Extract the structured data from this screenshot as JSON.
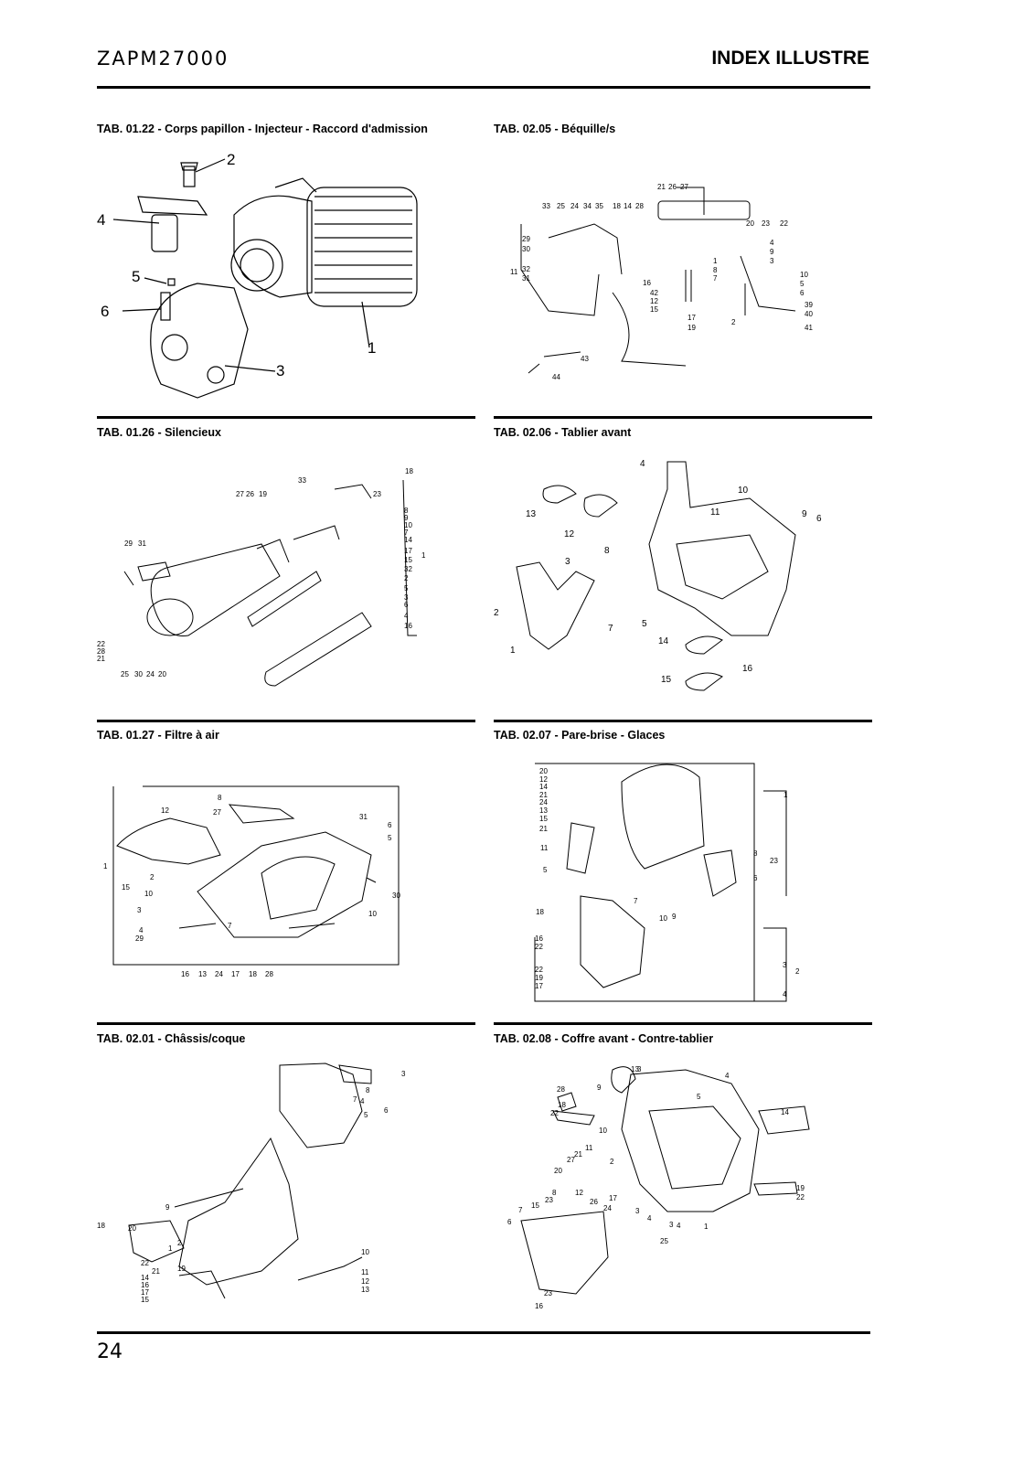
{
  "header": {
    "code": "ZAPM27000",
    "title": "INDEX ILLUSTRE"
  },
  "sections": [
    {
      "title": "TAB. 01.22 - Corps papillon - Injecteur - Raccord d'admission",
      "labels": [
        "2",
        "4",
        "5",
        "6",
        "1",
        "3"
      ]
    },
    {
      "title": "TAB. 02.05 - Béquille/s",
      "labels": [
        "21",
        "26",
        "27",
        "33",
        "25",
        "24",
        "34",
        "35",
        "18",
        "14",
        "28",
        "20",
        "23",
        "22",
        "29",
        "30",
        "11",
        "32",
        "31",
        "4",
        "9",
        "3",
        "1",
        "8",
        "7",
        "10",
        "5",
        "6",
        "16",
        "42",
        "12",
        "15",
        "17",
        "19",
        "39",
        "40",
        "2",
        "41",
        "43",
        "44"
      ]
    },
    {
      "title": "TAB. 01.26 - Silencieux",
      "labels": [
        "18",
        "33",
        "27",
        "26",
        "19",
        "23",
        "8",
        "9",
        "10",
        "7",
        "14",
        "17",
        "15",
        "1",
        "32",
        "2",
        "5",
        "3",
        "6",
        "4",
        "16",
        "29",
        "31",
        "22",
        "28",
        "21",
        "25",
        "30",
        "24",
        "20"
      ]
    },
    {
      "title": "TAB. 02.06 - Tablier avant",
      "labels": [
        "4",
        "10",
        "13",
        "11",
        "9",
        "6",
        "12",
        "8",
        "3",
        "2",
        "7",
        "5",
        "1",
        "14",
        "16",
        "15"
      ]
    },
    {
      "title": "TAB. 01.27 - Filtre à air",
      "labels": [
        "8",
        "12",
        "27",
        "31",
        "6",
        "5",
        "1",
        "2",
        "15",
        "10",
        "30",
        "3",
        "10",
        "4",
        "29",
        "7",
        "16",
        "13",
        "24",
        "17",
        "18",
        "28"
      ]
    },
    {
      "title": "TAB. 02.07 - Pare-brise - Glaces",
      "labels": [
        "20",
        "12",
        "14",
        "21",
        "24",
        "13",
        "15",
        "21",
        "1",
        "11",
        "8",
        "23",
        "5",
        "6",
        "7",
        "18",
        "10",
        "9",
        "16",
        "22",
        "3",
        "2",
        "22",
        "19",
        "17",
        "4"
      ]
    },
    {
      "title": "TAB. 02.01 - Châssis/coque",
      "labels": [
        "3",
        "8",
        "7",
        "4",
        "6",
        "5",
        "9",
        "18",
        "20",
        "2",
        "1",
        "10",
        "22",
        "21",
        "19",
        "14",
        "16",
        "17",
        "15",
        "11",
        "12",
        "13"
      ]
    },
    {
      "title": "TAB. 02.08 - Coffre avant - Contre-tablier",
      "labels": [
        "13",
        "3",
        "4",
        "28",
        "9",
        "5",
        "18",
        "22",
        "10",
        "14",
        "11",
        "27",
        "21",
        "2",
        "20",
        "8",
        "12",
        "26",
        "17",
        "19",
        "22",
        "7",
        "15",
        "23",
        "24",
        "3",
        "4",
        "6",
        "3",
        "4",
        "1",
        "25",
        "23",
        "16"
      ]
    }
  ],
  "page_number": "24"
}
